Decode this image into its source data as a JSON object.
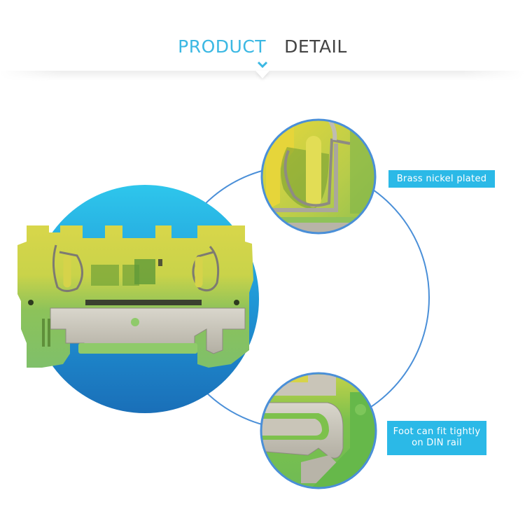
{
  "header": {
    "title_part1": "PRODUCT",
    "title_part2": "DETAIL",
    "accent_color": "#3bb8e3",
    "title_color": "#444444",
    "chevron_icon": "chevron-down-icon"
  },
  "main": {
    "product_image": {
      "description": "Green/yellow spring-clamp DIN rail terminal block",
      "background_circle_gradient": [
        "#2ec6ec",
        "#1a6fb8"
      ]
    },
    "outline_color": "#4a8fd8",
    "callouts": [
      {
        "label": "Brass nickel plated",
        "detail": "spring clamp close-up"
      },
      {
        "label_line1": "Foot can fit tightly",
        "label_line2": "on DIN rail",
        "detail": "DIN rail foot close-up"
      }
    ],
    "label_color": "#2bb9e7"
  }
}
